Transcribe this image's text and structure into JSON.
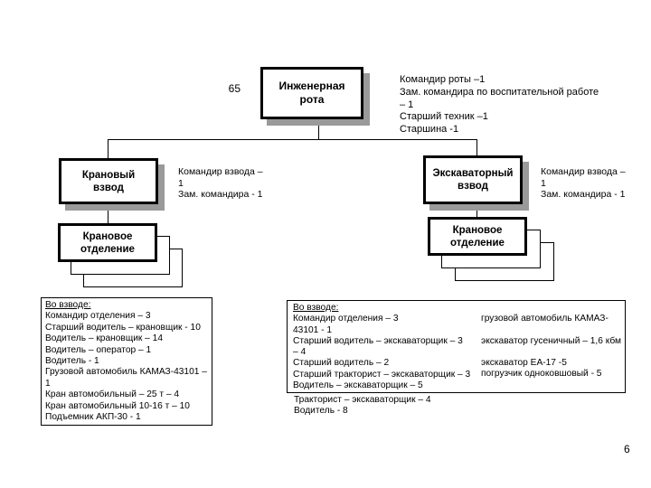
{
  "slide": {
    "page_number": "6",
    "strength_label": "65"
  },
  "company": {
    "title_lines": [
      "Инженерная",
      "рота"
    ],
    "staff_lines": [
      "Командир роты –1",
      "Зам. командира по воспитательной работе",
      "– 1",
      "Старший техник –1",
      "Старшина -1"
    ]
  },
  "crane_platoon": {
    "title_lines": [
      "Крановый",
      "взвод"
    ],
    "staff_lines": [
      "Командир взвода –",
      "1",
      "Зам. командира - 1"
    ]
  },
  "excavator_platoon": {
    "title_lines": [
      "Экскаваторный",
      "взвод"
    ],
    "staff_lines": [
      "Командир взвода –",
      "1",
      "Зам. командира - 1"
    ]
  },
  "crane_squad": {
    "title_lines": [
      "Крановое",
      "отделение"
    ]
  },
  "excavator_squad": {
    "title_lines": [
      "Крановое",
      "отделение"
    ]
  },
  "crane_platoon_detail": {
    "heading": "Во взводе:",
    "lines": [
      "Командир отделения – 3",
      "Старший водитель – крановщик - 10",
      "Водитель – крановщик – 14",
      "Водитель – оператор – 1",
      "Водитель - 1",
      "Грузовой автомобиль КАМАЗ-43101 –",
      "1",
      "Кран автомобильный – 25 т – 4",
      "Кран автомобильный 10-16 т – 10",
      "Подъемник АКП-30 - 1"
    ]
  },
  "excavator_platoon_detail": {
    "heading": "Во взводе:",
    "left_lines": [
      "Командир отделения – 3",
      "43101 - 1",
      "Старший водитель – экскаваторщик – 3",
      "– 4",
      "Старший водитель – 2",
      "Старший тракторист – экскаваторщик – 3",
      "Водитель – экскаваторщик – 5"
    ],
    "right_lines": [
      "грузовой автомобиль КАМАЗ-",
      "",
      "экскаватор гусеничный – 1,6 кбм",
      "",
      "экскаватор ЕА-17 -5",
      "погрузчик одноковшовый - 5"
    ],
    "overflow_lines": [
      "Тракторист – экскаваторщик – 4",
      "Водитель - 8"
    ]
  },
  "colors": {
    "background": "#ffffff",
    "border": "#000000",
    "box_shadow": "#9a9a9a"
  }
}
